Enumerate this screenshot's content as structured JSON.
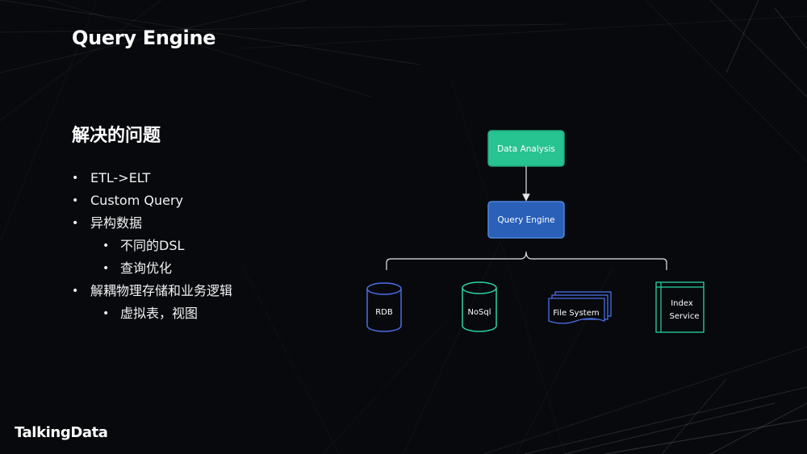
{
  "slide": {
    "title": "Query Engine",
    "section_heading": "解决的问题",
    "bullets": [
      {
        "text": "ETL->ELT",
        "level": 1
      },
      {
        "text": "Custom Query",
        "level": 1
      },
      {
        "text": "异构数据",
        "level": 1
      },
      {
        "text": "不同的DSL",
        "level": 2
      },
      {
        "text": "查询优化",
        "level": 2
      },
      {
        "text": "解耦物理存储和业务逻辑",
        "level": 1
      },
      {
        "text": "虚拟表，视图",
        "level": 2
      }
    ],
    "bullet_symbol": "•"
  },
  "diagram": {
    "top_node": "Data Analysis",
    "engine_node": "Query Engine",
    "sources": [
      {
        "label": "RDB",
        "shape": "database-cylinder",
        "color": "#4a6fe3"
      },
      {
        "label": "NoSql",
        "shape": "database-cylinder",
        "color": "#2bd4a4"
      },
      {
        "label": "File System",
        "shape": "stacked-documents",
        "color": "#4a6fe3"
      },
      {
        "label_lines": [
          "Index",
          "Service"
        ],
        "shape": "index-frame",
        "color": "#2bd4a4"
      }
    ],
    "colors": {
      "data_analysis_fill": "#27c390",
      "data_analysis_border": "#22a87c",
      "query_engine_fill": "#2a60b8",
      "query_engine_border": "#4f86e0",
      "connector": "#e6e6e6"
    }
  },
  "brand": {
    "logo_text": "TalkingData"
  }
}
